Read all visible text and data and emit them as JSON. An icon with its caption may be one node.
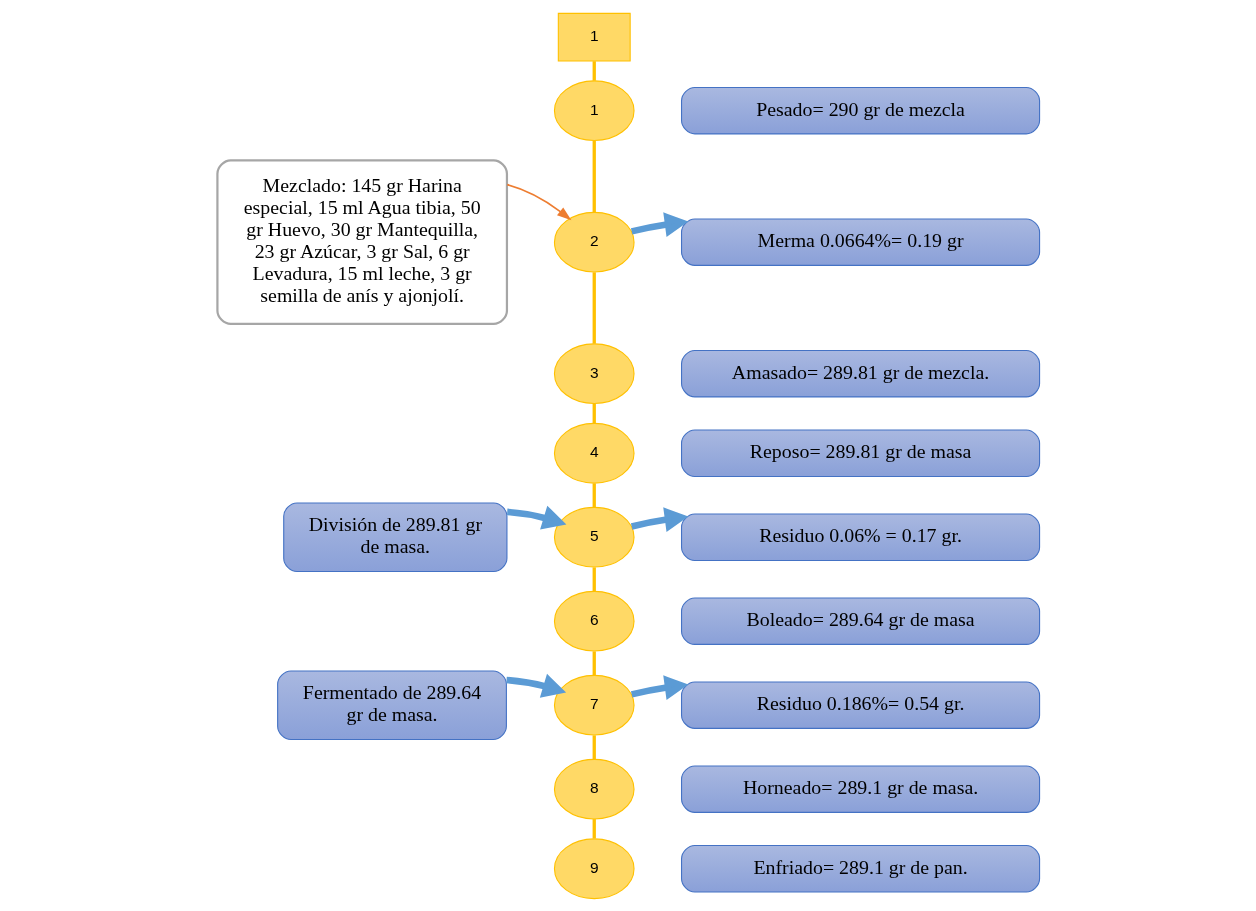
{
  "diagram": {
    "nodes": [
      {
        "text": [
          "1"
        ]
      },
      {
        "text": [
          "1"
        ]
      },
      {
        "text": [
          "2"
        ]
      },
      {
        "text": [
          "3"
        ]
      },
      {
        "text": [
          "4"
        ]
      },
      {
        "text": [
          "5"
        ]
      },
      {
        "text": [
          "6"
        ]
      },
      {
        "text": [
          "7"
        ]
      },
      {
        "text": [
          "8"
        ]
      },
      {
        "text": [
          "9"
        ]
      },
      {
        "text": [
          "Mezclado: 145 gr Harina especial, 15 ml Agua tibia, 50 gr Huevo, 30 gr Mantequilla, 23 gr Azúcar, 3 gr Sal, 6 gr Levadura, 15 ml leche, 3 gr semilla de anís y ajonjolí."
        ]
      },
      {
        "text": [
          "Pesado= 290 gr de mezcla"
        ]
      },
      {
        "text": [
          "Merma 0.0664%= 0.19 gr"
        ]
      },
      {
        "text": [
          "Amasado= 289.81 gr de mezcla."
        ]
      },
      {
        "text": [
          "Reposo= 289.81 gr de masa"
        ]
      },
      {
        "text": [
          "División de 289.81 gr de masa."
        ]
      },
      {
        "text": [
          "Residuo 0.06% = 0.17 gr."
        ]
      },
      {
        "text": [
          "Boleado= 289.64 gr de masa"
        ]
      },
      {
        "text": [
          "Fermentado de 289.64 gr de masa."
        ]
      },
      {
        "text": [
          "Residuo 0.186%= 0.54 gr."
        ]
      },
      {
        "text": [
          "Horneado= 289.1 gr de masa."
        ]
      },
      {
        "text": [
          "Enfriado= 289.1 gr de pan."
        ]
      }
    ],
    "edges": [
      {
        "from": 0,
        "to": 1,
        "arrow": "none"
      },
      {
        "from": 1,
        "to": 2,
        "arrow": "none"
      },
      {
        "from": 2,
        "to": 3,
        "arrow": "none"
      },
      {
        "from": 3,
        "to": 4,
        "arrow": "none"
      },
      {
        "from": 4,
        "to": 5,
        "arrow": "none"
      },
      {
        "from": 5,
        "to": 6,
        "arrow": "none"
      },
      {
        "from": 6,
        "to": 7,
        "arrow": "none"
      },
      {
        "from": 7,
        "to": 8,
        "arrow": "none"
      },
      {
        "from": 8,
        "to": 9,
        "arrow": "none"
      },
      {
        "from": 10,
        "to": 2,
        "arrow": "to",
        "color": "#ed7d31"
      },
      {
        "from": 2,
        "to": 12,
        "arrow": "to",
        "style": "thick",
        "color": "#5b9bd5"
      },
      {
        "from": 15,
        "to": 5,
        "arrow": "to",
        "style": "thick",
        "color": "#5b9bd5"
      },
      {
        "from": 5,
        "to": 16,
        "arrow": "to",
        "style": "thick",
        "color": "#5b9bd5"
      },
      {
        "from": 18,
        "to": 7,
        "arrow": "to",
        "style": "thick",
        "color": "#5b9bd5"
      },
      {
        "from": 7,
        "to": 19,
        "arrow": "to",
        "style": "thick",
        "color": "#5b9bd5"
      }
    ]
  }
}
